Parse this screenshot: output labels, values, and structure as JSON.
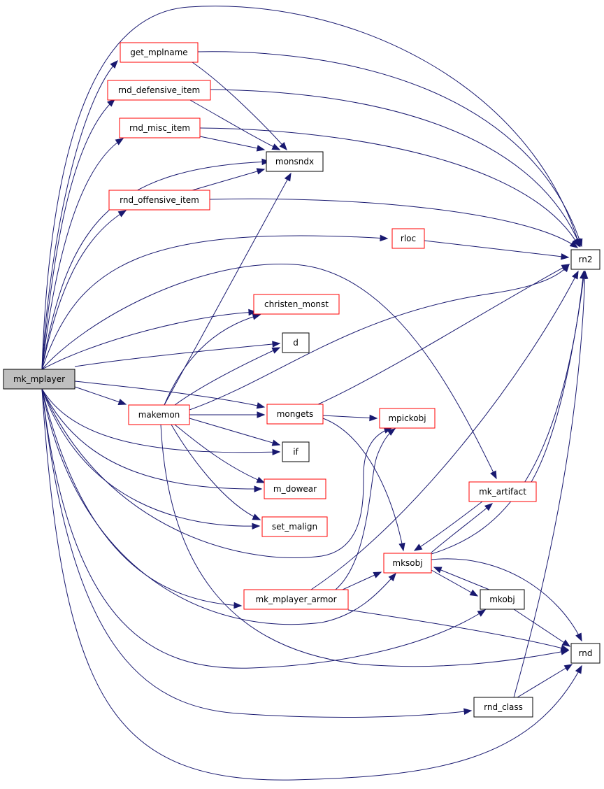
{
  "diagram": {
    "nodes": [
      {
        "id": "mk_mplayer",
        "label": "mk_mplayer",
        "style": "root"
      },
      {
        "id": "get_mplname",
        "label": "get_mplname",
        "style": "red"
      },
      {
        "id": "rnd_defensive_item",
        "label": "rnd_defensive_item",
        "style": "red"
      },
      {
        "id": "rnd_misc_item",
        "label": "rnd_misc_item",
        "style": "red"
      },
      {
        "id": "monsndx",
        "label": "monsndx",
        "style": "black"
      },
      {
        "id": "rnd_offensive_item",
        "label": "rnd_offensive_item",
        "style": "red"
      },
      {
        "id": "rloc",
        "label": "rloc",
        "style": "red"
      },
      {
        "id": "rn2",
        "label": "rn2",
        "style": "black"
      },
      {
        "id": "christen_monst",
        "label": "christen_monst",
        "style": "red"
      },
      {
        "id": "d",
        "label": "d",
        "style": "black"
      },
      {
        "id": "makemon",
        "label": "makemon",
        "style": "red"
      },
      {
        "id": "mongets",
        "label": "mongets",
        "style": "red"
      },
      {
        "id": "mpickobj",
        "label": "mpickobj",
        "style": "red"
      },
      {
        "id": "if",
        "label": "if",
        "style": "black"
      },
      {
        "id": "m_dowear",
        "label": "m_dowear",
        "style": "red"
      },
      {
        "id": "mk_artifact",
        "label": "mk_artifact",
        "style": "red"
      },
      {
        "id": "set_malign",
        "label": "set_malign",
        "style": "red"
      },
      {
        "id": "mksobj",
        "label": "mksobj",
        "style": "red"
      },
      {
        "id": "mk_mplayer_armor",
        "label": "mk_mplayer_armor",
        "style": "red"
      },
      {
        "id": "mkobj",
        "label": "mkobj",
        "style": "black"
      },
      {
        "id": "rnd",
        "label": "rnd",
        "style": "black"
      },
      {
        "id": "rnd_class",
        "label": "rnd_class",
        "style": "black"
      }
    ],
    "edges": [
      [
        "mk_mplayer",
        "get_mplname"
      ],
      [
        "mk_mplayer",
        "rnd_defensive_item"
      ],
      [
        "mk_mplayer",
        "rnd_misc_item"
      ],
      [
        "mk_mplayer",
        "monsndx"
      ],
      [
        "mk_mplayer",
        "rnd_offensive_item"
      ],
      [
        "mk_mplayer",
        "rloc"
      ],
      [
        "mk_mplayer",
        "rn2"
      ],
      [
        "mk_mplayer",
        "christen_monst"
      ],
      [
        "mk_mplayer",
        "d"
      ],
      [
        "mk_mplayer",
        "makemon"
      ],
      [
        "mk_mplayer",
        "mongets"
      ],
      [
        "mk_mplayer",
        "if"
      ],
      [
        "mk_mplayer",
        "m_dowear"
      ],
      [
        "mk_mplayer",
        "mk_artifact"
      ],
      [
        "mk_mplayer",
        "set_malign"
      ],
      [
        "mk_mplayer",
        "mpickobj"
      ],
      [
        "mk_mplayer",
        "mk_mplayer_armor"
      ],
      [
        "mk_mplayer",
        "mksobj"
      ],
      [
        "mk_mplayer",
        "mkobj"
      ],
      [
        "mk_mplayer",
        "rnd_class"
      ],
      [
        "mk_mplayer",
        "rnd"
      ],
      [
        "get_mplname",
        "monsndx"
      ],
      [
        "get_mplname",
        "rn2"
      ],
      [
        "rnd_defensive_item",
        "monsndx"
      ],
      [
        "rnd_defensive_item",
        "rn2"
      ],
      [
        "rnd_misc_item",
        "monsndx"
      ],
      [
        "rnd_misc_item",
        "rn2"
      ],
      [
        "rnd_offensive_item",
        "monsndx"
      ],
      [
        "rnd_offensive_item",
        "rn2"
      ],
      [
        "rloc",
        "rn2"
      ],
      [
        "makemon",
        "monsndx"
      ],
      [
        "makemon",
        "christen_monst"
      ],
      [
        "makemon",
        "d"
      ],
      [
        "makemon",
        "rn2"
      ],
      [
        "makemon",
        "mongets"
      ],
      [
        "makemon",
        "if"
      ],
      [
        "makemon",
        "m_dowear"
      ],
      [
        "makemon",
        "set_malign"
      ],
      [
        "makemon",
        "rnd"
      ],
      [
        "mongets",
        "rn2"
      ],
      [
        "mongets",
        "mpickobj"
      ],
      [
        "mongets",
        "mksobj"
      ],
      [
        "mk_artifact",
        "rn2"
      ],
      [
        "mk_artifact",
        "mksobj"
      ],
      [
        "mksobj",
        "mk_artifact"
      ],
      [
        "mksobj",
        "rn2"
      ],
      [
        "mksobj",
        "mkobj"
      ],
      [
        "mksobj",
        "rnd"
      ],
      [
        "mk_mplayer_armor",
        "mksobj"
      ],
      [
        "mk_mplayer_armor",
        "mpickobj"
      ],
      [
        "mk_mplayer_armor",
        "rn2"
      ],
      [
        "mk_mplayer_armor",
        "rnd"
      ],
      [
        "mkobj",
        "mksobj"
      ],
      [
        "mkobj",
        "rnd"
      ],
      [
        "rnd_class",
        "rnd"
      ],
      [
        "rnd_class",
        "rn2"
      ]
    ]
  }
}
